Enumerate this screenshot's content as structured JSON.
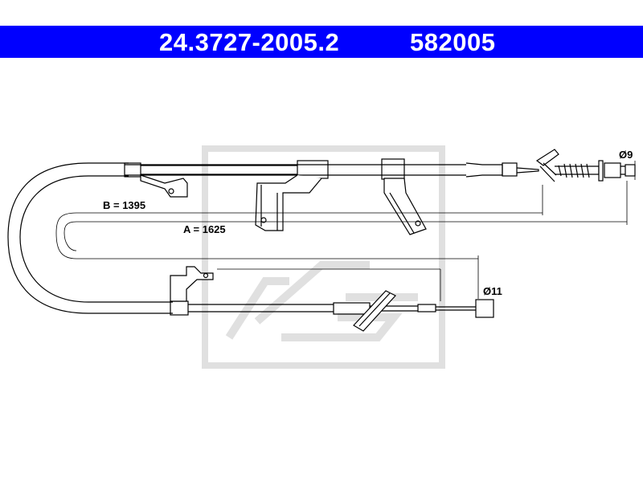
{
  "header": {
    "part_number": "24.3727-2005.2",
    "ref_number": "582005",
    "bar_color": "#0000ff",
    "text_color": "#ffffff"
  },
  "dimensions": {
    "length_b": "B = 1395",
    "length_a": "A = 1625",
    "diameter_end": "Ø9",
    "diameter_end2": "Ø11"
  },
  "watermark": {
    "logo_text": "Ate",
    "color": "#e3e3e3"
  }
}
